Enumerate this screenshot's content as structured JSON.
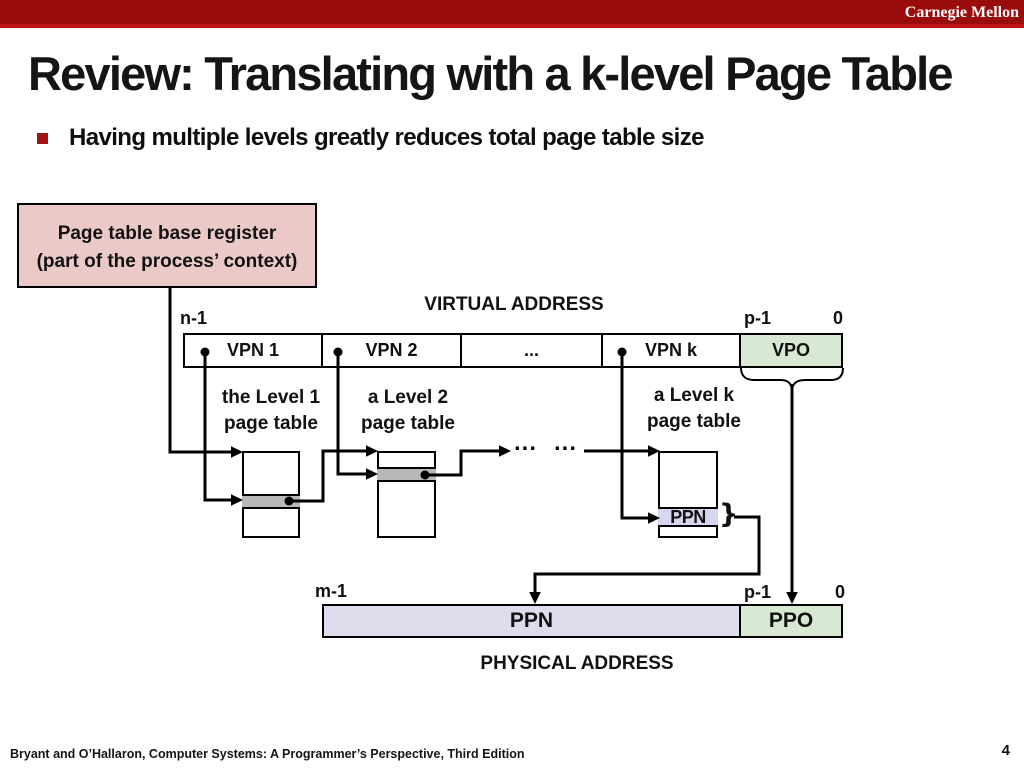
{
  "banner": {
    "brand": "Carnegie Mellon"
  },
  "slide": {
    "title": "Review: Translating with a k-level Page Table",
    "bullet": "Having multiple levels greatly reduces total page table size"
  },
  "callout": {
    "line1": "Page table base register",
    "line2": "(part of the process’ context)"
  },
  "virtual_address": {
    "heading": "VIRTUAL ADDRESS",
    "bit_high": "n-1",
    "bit_p": "p-1",
    "bit_low": "0",
    "cells": [
      {
        "label": "VPN 1"
      },
      {
        "label": "VPN 2"
      },
      {
        "label": "..."
      },
      {
        "label": "VPN k"
      },
      {
        "label": "VPO"
      }
    ]
  },
  "page_tables": {
    "level1": {
      "caption_line1": "the Level 1",
      "caption_line2": "page table"
    },
    "level2": {
      "caption_line1": "a Level 2",
      "caption_line2": "page table"
    },
    "levelk": {
      "caption_line1": "a Level k",
      "caption_line2": "page table",
      "entry_label": "PPN",
      "brace": "}"
    }
  },
  "connector_ellipsis": {
    "first": "...",
    "second": "..."
  },
  "physical_address": {
    "heading": "PHYSICAL ADDRESS",
    "bit_high": "m-1",
    "bit_p": "p-1",
    "bit_low": "0",
    "ppn_label": "PPN",
    "ppo_label": "PPO"
  },
  "footer": {
    "citation": "Bryant and O’Hallaron, Computer Systems: A Programmer’s Perspective, Third Edition",
    "page_number": "4"
  },
  "colors": {
    "banner_red": "#9a0b0b",
    "banner_accent": "#bf1414",
    "bullet_red": "#a31515",
    "callout_pink": "#ecc9c9",
    "offset_green": "#d9e8d3",
    "entry_lavender": "#d6d6ee",
    "pa_ppn_lavender": "#dcdcec",
    "table_row_gray": "#b9b9b9"
  }
}
